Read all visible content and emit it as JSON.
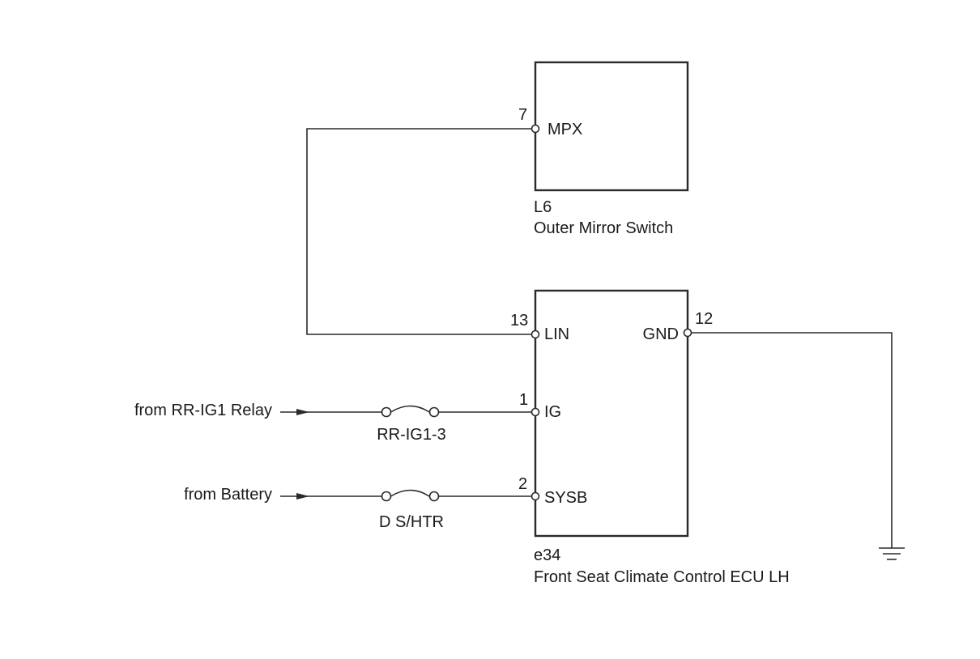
{
  "components": {
    "outer_mirror_switch": {
      "code": "L6",
      "name": "Outer Mirror Switch",
      "pins": [
        {
          "number": "7",
          "name": "MPX"
        }
      ]
    },
    "ecu": {
      "code": "e34",
      "name": "Front Seat Climate Control ECU LH",
      "pins": [
        {
          "number": "13",
          "name": "LIN"
        },
        {
          "number": "12",
          "name": "GND"
        },
        {
          "number": "1",
          "name": "IG"
        },
        {
          "number": "2",
          "name": "SYSB"
        }
      ]
    }
  },
  "sources": [
    {
      "label": "from RR-IG1 Relay",
      "fuse": "RR-IG1-3"
    },
    {
      "label": "from Battery",
      "fuse": "D S/HTR"
    }
  ],
  "ground_icon": "ground-icon",
  "fuse_icon": "fuse-icon",
  "colors": {
    "line": "#2a2a2a",
    "text": "#1a1a1a",
    "background": "#ffffff"
  }
}
